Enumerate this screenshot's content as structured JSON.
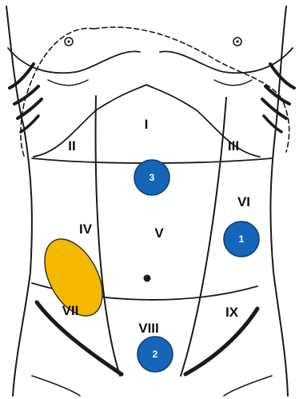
{
  "regions": [
    {
      "id": "I",
      "label": "I"
    },
    {
      "id": "II",
      "label": "II"
    },
    {
      "id": "III",
      "label": "III"
    },
    {
      "id": "IV",
      "label": "IV"
    },
    {
      "id": "V",
      "label": "V"
    },
    {
      "id": "VI",
      "label": "VI"
    },
    {
      "id": "VII",
      "label": "VII"
    },
    {
      "id": "VIII",
      "label": "VIII"
    },
    {
      "id": "IX",
      "label": "IX"
    }
  ],
  "markers": [
    {
      "id": "marker-1",
      "label": "1"
    },
    {
      "id": "marker-2",
      "label": "2"
    },
    {
      "id": "marker-3",
      "label": "3"
    }
  ],
  "colors": {
    "marker_fill": "#1565b8",
    "marker_stroke": "#0d3f73",
    "highlight_fill": "#f5b800",
    "highlight_stroke": "#2a2a2a",
    "ink": "#1a1a1a"
  }
}
